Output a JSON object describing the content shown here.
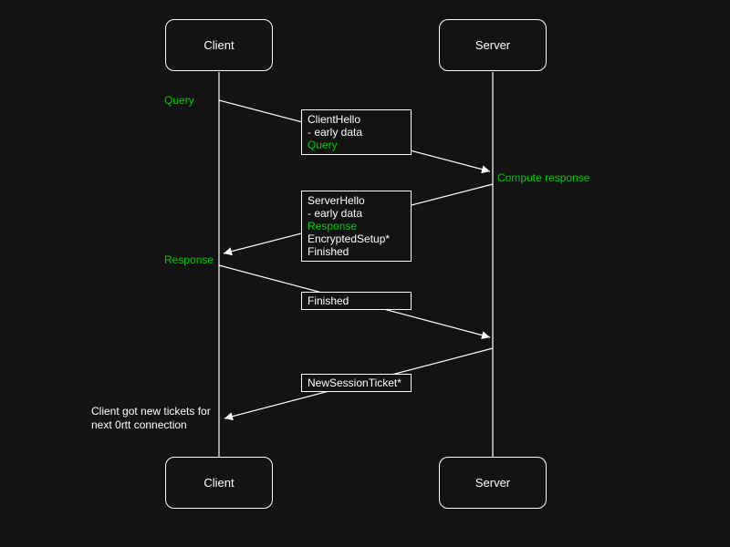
{
  "colors": {
    "background": "#131313",
    "wire": "#ffffff",
    "text": "#ffffff",
    "highlight_green": "#00cc00"
  },
  "actors": {
    "client_top": "Client",
    "server_top": "Server",
    "client_bottom": "Client",
    "server_bottom": "Server"
  },
  "labels": {
    "query": "Query",
    "compute_response": "Compute response",
    "response": "Response"
  },
  "messages": {
    "client_hello": {
      "line1": "ClientHello",
      "line2": "- early data",
      "line3": "Query"
    },
    "server_hello": {
      "line1": "ServerHello",
      "line2": "- early data",
      "line3": "Response",
      "line4": "EncryptedSetup*",
      "line5": "Finished"
    },
    "finished": {
      "line1": "Finished"
    },
    "new_session_ticket": {
      "line1": "NewSessionTicket*"
    }
  },
  "note": {
    "line1": "Client got new tickets for",
    "line2": "next 0rtt connection"
  }
}
